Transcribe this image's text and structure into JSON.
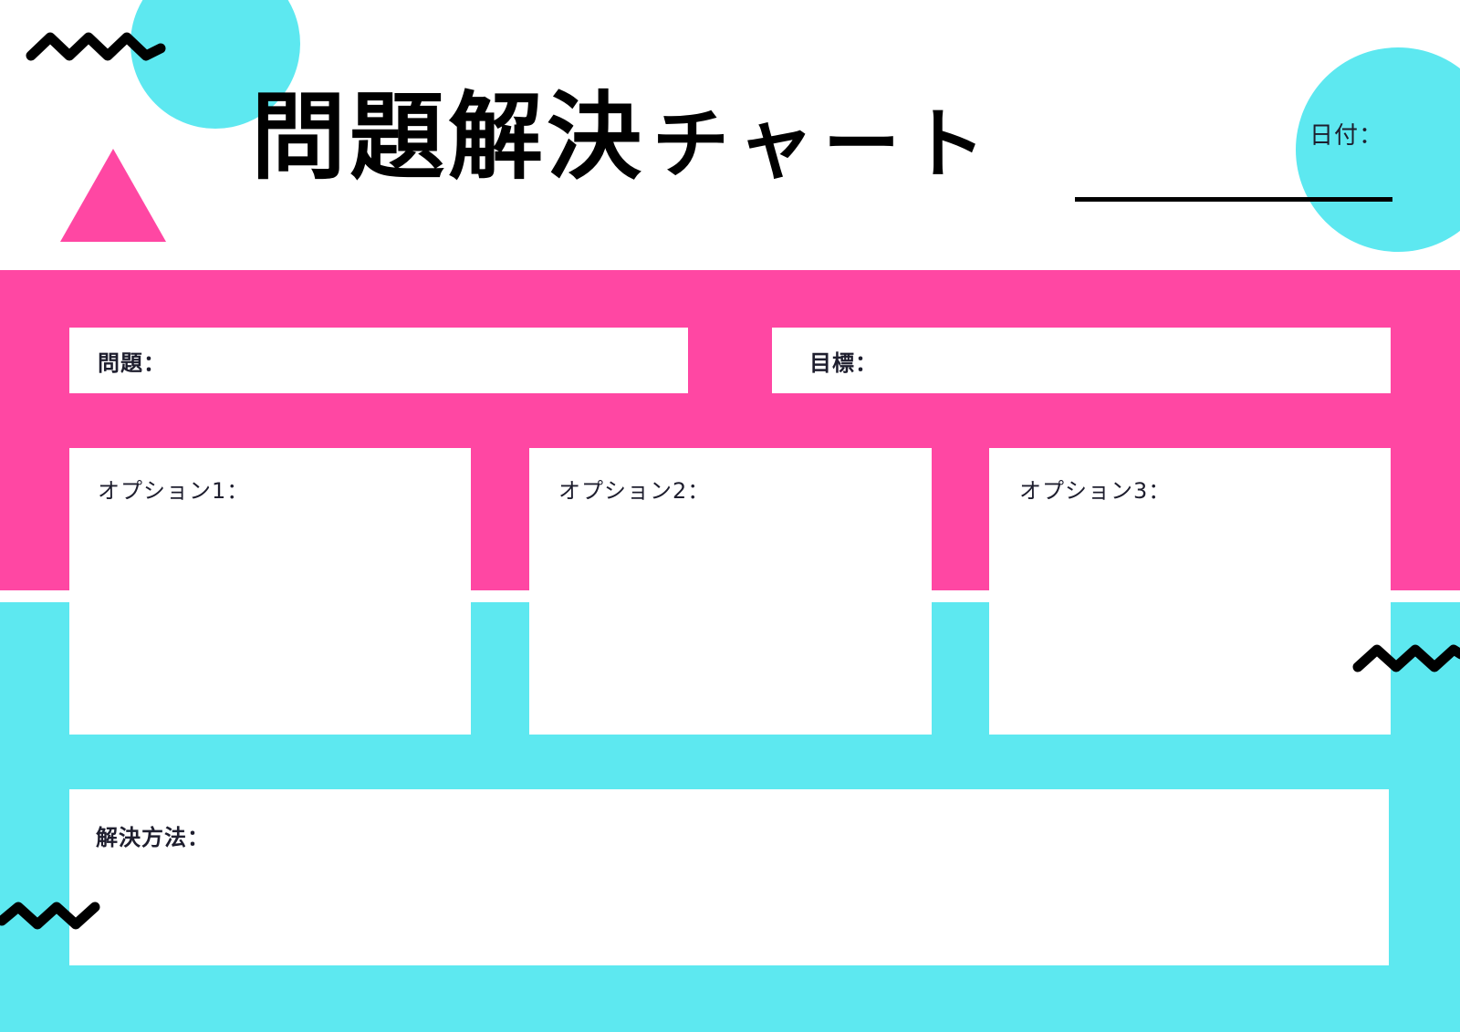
{
  "title": {
    "kanji": "問題解決",
    "katakana": "チャート"
  },
  "date": {
    "label": "日付："
  },
  "fields": {
    "problem_label": "問題：",
    "goal_label": "目標：",
    "option1_label": "オプション1：",
    "option2_label": "オプション2：",
    "option3_label": "オプション3：",
    "solution_label": "解決方法："
  },
  "colors": {
    "pink": "#ff47a3",
    "cyan": "#5de8f0",
    "text": "#1e1e2e",
    "zigzag": "#000000"
  },
  "decorations": [
    "circle",
    "triangle",
    "zigzag-icon"
  ]
}
